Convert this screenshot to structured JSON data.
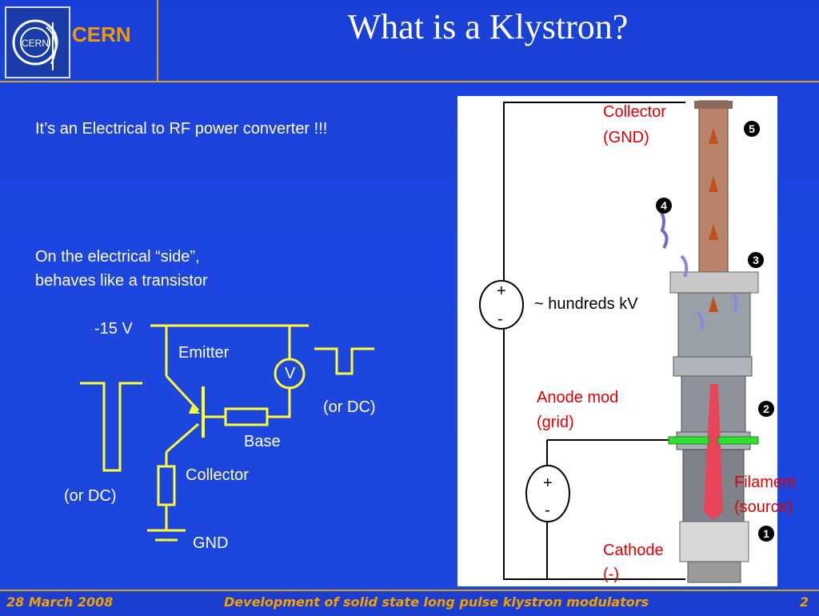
{
  "header": {
    "logo_text": "CERN",
    "brand": "CERN",
    "title": "What is a Klystron?"
  },
  "body": {
    "intro": "It’s an Electrical to RF power converter !!!",
    "side_line1": "On the electrical “side”,",
    "side_line2": "behaves like a transistor"
  },
  "transistor": {
    "voltage": "-15 V",
    "emitter": "Emitter",
    "meter": "V",
    "or_dc_right": "(or DC)",
    "base": "Base",
    "collector": "Collector",
    "or_dc_left": "(or DC)",
    "gnd": "GND"
  },
  "klystron": {
    "collector_line1": "Collector",
    "collector_line2": "(GND)",
    "hv": "~ hundreds kV",
    "plus1": "+",
    "minus1": "-",
    "anode_line1": "Anode mod",
    "anode_line2": "(grid)",
    "plus2": "+",
    "minus2": "-",
    "filament_line1": "Filament",
    "filament_line2": "(source)",
    "cathode_line1": "Cathode",
    "cathode_line2": "(-)",
    "markers": [
      "5",
      "4",
      "3",
      "2",
      "1"
    ]
  },
  "footer": {
    "date": "28 March 2008",
    "subject": "Development of solid state long pulse klystron modulators",
    "page": "2"
  },
  "colors": {
    "background": "#1c45dc",
    "accent": "#d4a020",
    "circuit": "#ffff33",
    "label_red": "#e00000"
  }
}
